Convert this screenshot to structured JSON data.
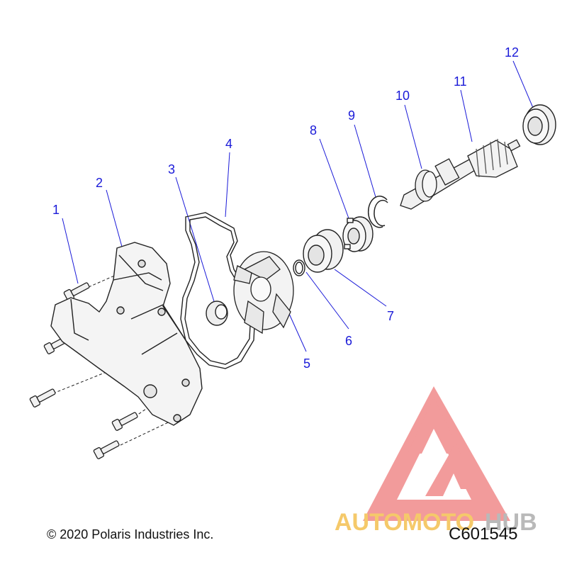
{
  "callouts": [
    "1",
    "2",
    "3",
    "4",
    "5",
    "6",
    "7",
    "8",
    "9",
    "10",
    "11",
    "12"
  ],
  "footer": {
    "copyright": "© 2020 Polaris Industries Inc.",
    "drawing_number": "C601545"
  },
  "watermark": {
    "text_part1": "AUTOMOTO",
    "text_part2": "HUB",
    "color_logo": "#f08a8a",
    "color_text1": "#f5c96a",
    "color_text2": "#b9b9b9"
  },
  "colors": {
    "callout": "#1a1ad8",
    "line": "#222222",
    "part_fill": "#f1f1f1"
  }
}
